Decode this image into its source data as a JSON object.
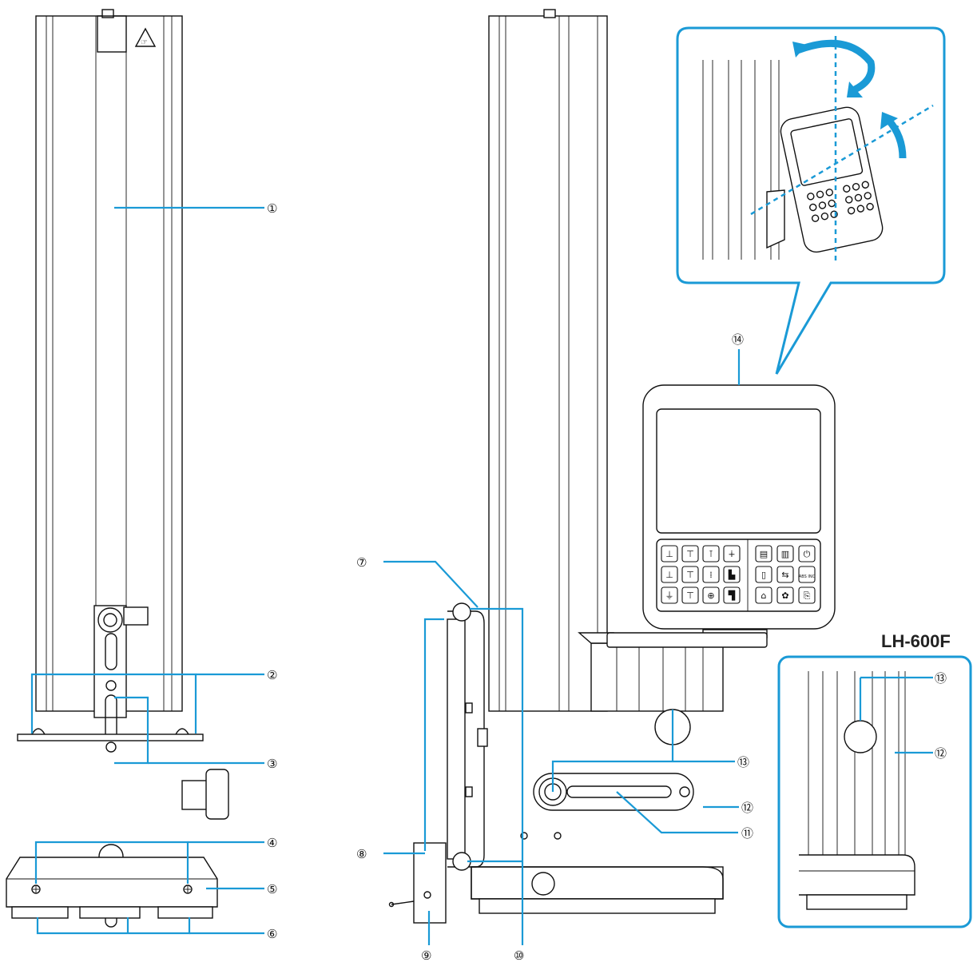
{
  "callouts": [
    "①",
    "②",
    "③",
    "④",
    "⑤",
    "⑥",
    "⑦",
    "⑧",
    "⑨",
    "⑩",
    "⑪",
    "⑫",
    "⑬",
    "⑭"
  ],
  "inset_callouts": [
    "⑬",
    "⑫"
  ],
  "model_label": "LH-600F",
  "display_keys": [
    [
      "⊥",
      "⊤",
      "⊺",
      "∔"
    ],
    [
      "⊥",
      "⊤",
      "⁞",
      "▙"
    ],
    [
      "⏚",
      "⊤",
      "⊕",
      "▜"
    ]
  ],
  "display_keys_right": [
    [
      "▤",
      "▥",
      "⏻"
    ],
    [
      "▯",
      "⇆",
      "ABS INC"
    ],
    [
      "⌂",
      "✿",
      "⎘"
    ]
  ],
  "colors": {
    "leader": "#1a9ad6",
    "outline": "#111111",
    "background": "#ffffff"
  }
}
